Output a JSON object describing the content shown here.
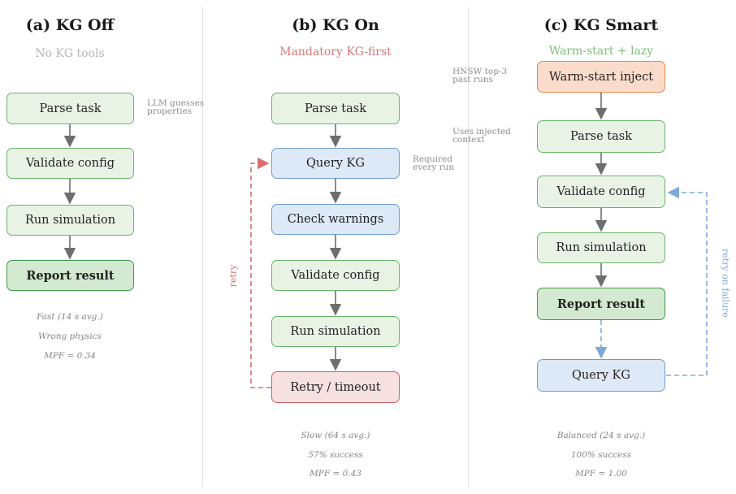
{
  "colors": {
    "green_fill": "#e8f3e6",
    "green_border": "#6bb46b",
    "blue_fill": "#dde9f6",
    "blue_border": "#6f9cd0",
    "red_fill": "#f7e0e1",
    "red_border": "#cf5f64",
    "orange_fill": "#fbdccb",
    "orange_border": "#e9874f",
    "arrow": "#6e6e6e",
    "retry": "#d86e72",
    "retry_failure": "#7ea8d8",
    "subtitle_off": "#b5b5b5",
    "subtitle_on": "#d6787b",
    "subtitle_smart": "#7cc07a"
  },
  "panel_a": {
    "title": "(a) KG Off",
    "subtitle": "No KG tools",
    "steps": [
      "Parse task",
      "Validate config",
      "Run simulation",
      "Report result"
    ],
    "note_parse": "LLM guesses\nproperties",
    "stats": [
      "Fast (14 s avg.)",
      "Wrong physics",
      "MPF = 0.34"
    ]
  },
  "panel_b": {
    "title": "(b) KG On",
    "subtitle": "Mandatory KG-first",
    "steps": [
      "Parse task",
      "Query KG",
      "Check warnings",
      "Validate config",
      "Run simulation",
      "Retry / timeout"
    ],
    "note_query": "Required\nevery run",
    "retry_label": "retry",
    "stats": [
      "Slow (64 s avg.)",
      "57% success",
      "MPF = 0.43"
    ]
  },
  "panel_c": {
    "title": "(c) KG Smart",
    "subtitle": "Warm-start + lazy",
    "steps": [
      "Warm-start inject",
      "Parse task",
      "Validate config",
      "Run simulation",
      "Report result",
      "Query KG"
    ],
    "note_inject": "HNSW top-3\npast runs",
    "note_parse": "Uses injected\ncontext",
    "retry_label": "retry on failure",
    "stats": [
      "Balanced (24 s avg.)",
      "100% success",
      "MPF = 1.00"
    ]
  }
}
